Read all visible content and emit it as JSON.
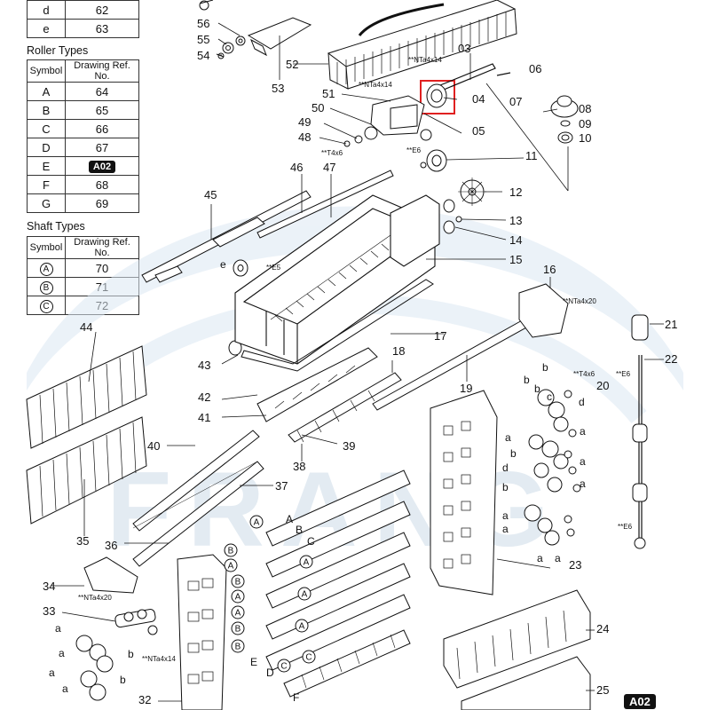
{
  "tables": {
    "top_rows": [
      {
        "symbol": "d",
        "ref": "62"
      },
      {
        "symbol": "e",
        "ref": "63"
      }
    ],
    "roller": {
      "title": "Roller Types",
      "col_symbol": "Symbol",
      "col_ref": "Drawing Ref. No.",
      "rows": [
        {
          "symbol": "A",
          "ref": "64"
        },
        {
          "symbol": "B",
          "ref": "65"
        },
        {
          "symbol": "C",
          "ref": "66"
        },
        {
          "symbol": "D",
          "ref": "67"
        },
        {
          "symbol": "E",
          "ref": "A02"
        },
        {
          "symbol": "F",
          "ref": "68"
        },
        {
          "symbol": "G",
          "ref": "69"
        }
      ]
    },
    "shaft": {
      "title": "Shaft Types",
      "col_symbol": "Symbol",
      "col_ref": "Drawing Ref. No.",
      "rows": [
        {
          "symbol": "A",
          "ref": "70"
        },
        {
          "symbol": "B",
          "ref": "71"
        },
        {
          "symbol": "C",
          "ref": "72"
        }
      ]
    }
  },
  "ref_numbers": [
    "03",
    "04",
    "05",
    "06",
    "07",
    "08",
    "09",
    "10",
    "11",
    "12",
    "13",
    "14",
    "15",
    "16",
    "17",
    "18",
    "19",
    "20",
    "21",
    "22",
    "23",
    "24",
    "25",
    "32",
    "33",
    "34",
    "35",
    "36",
    "37",
    "38",
    "39",
    "40",
    "41",
    "42",
    "43",
    "44",
    "45",
    "46",
    "47",
    "48",
    "49",
    "50",
    "51",
    "52",
    "53",
    "54",
    "55",
    "56"
  ],
  "screw_notes": [
    "**NTa4x14",
    "**NTa4x14",
    "**T4x6",
    "**E6",
    "**E5",
    "**NTa4x20",
    "**T4x6",
    "**E6",
    "**E6",
    "**NTa4x20",
    "**NTa4x14"
  ],
  "letter_callouts": [
    "a",
    "b",
    "c",
    "d",
    "e"
  ],
  "roller_letters": [
    "A",
    "B",
    "C",
    "D",
    "E",
    "F"
  ],
  "corner_badge": "A02",
  "watermark": "FRANG",
  "highlight": {
    "target": "04",
    "color": "#e02020"
  },
  "colors": {
    "line": "#111111",
    "watermark_blue": "#dce8f3",
    "badge": "#111111"
  }
}
